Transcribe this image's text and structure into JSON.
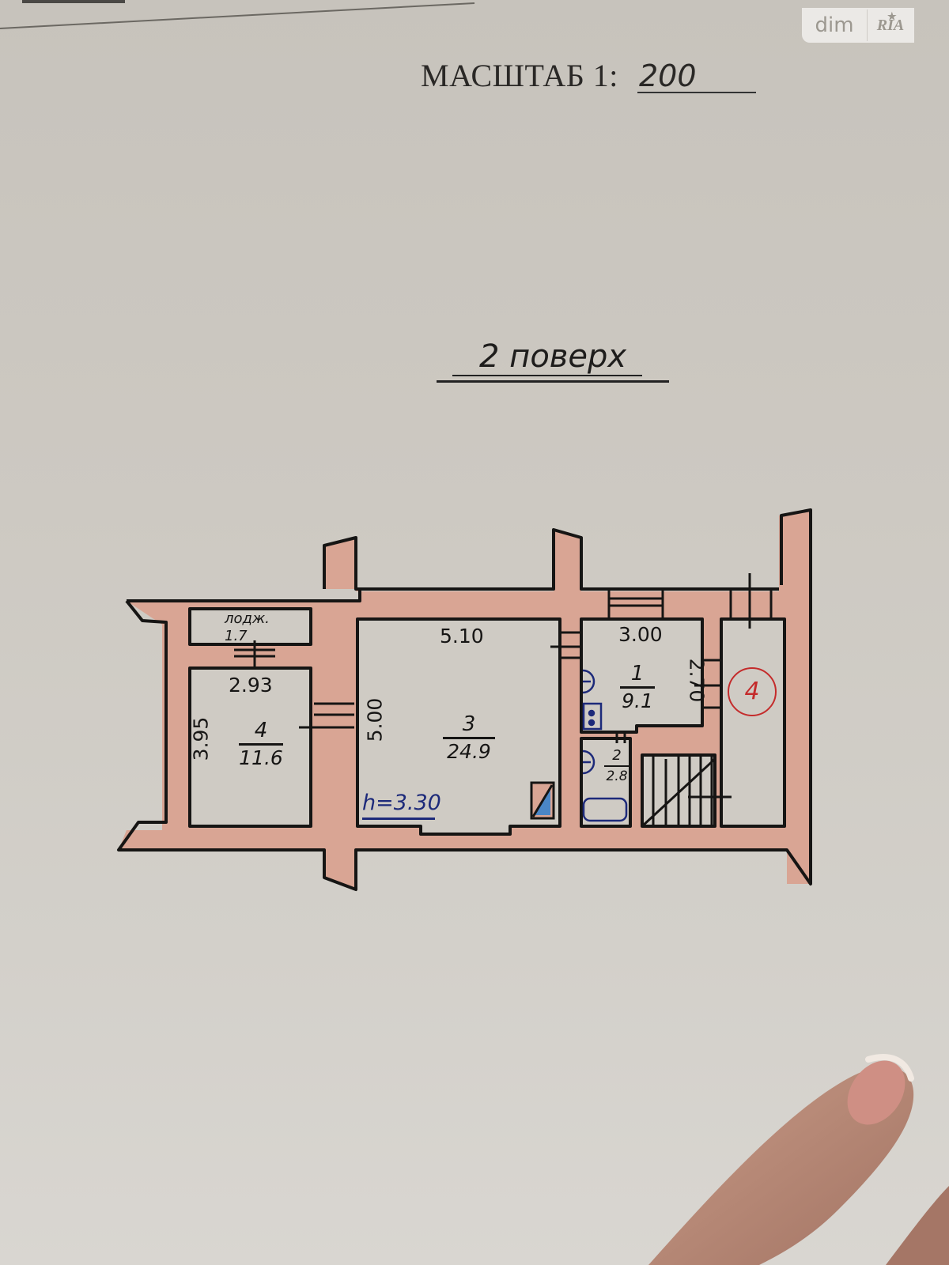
{
  "watermark": {
    "left": "dim",
    "right": "RIA",
    "star": "★"
  },
  "header": {
    "scale_label": "МАСШТАБ 1:",
    "scale_value": "200"
  },
  "floor": {
    "title": "2 поверх"
  },
  "plan": {
    "ceiling_height": "h=3.30",
    "rooms": [
      {
        "number": "1",
        "area": "9.1",
        "width": "3.00",
        "length": "2.70"
      },
      {
        "number": "2",
        "area": "2.8"
      },
      {
        "number": "3",
        "area": "24.9",
        "width": "5.10",
        "length": "5.00"
      },
      {
        "number": "4",
        "area": "11.6",
        "width": "2.93",
        "length": "3.95"
      }
    ],
    "balcony": {
      "label": "лодж.",
      "area": "1.7"
    },
    "stair_marker": "4"
  },
  "colors": {
    "wall_fill": "#d9a594",
    "ink": "#161514",
    "blue_ink": "#1d2a7a",
    "red_ink": "#c42b2b",
    "paper": "#cdc9c2"
  }
}
